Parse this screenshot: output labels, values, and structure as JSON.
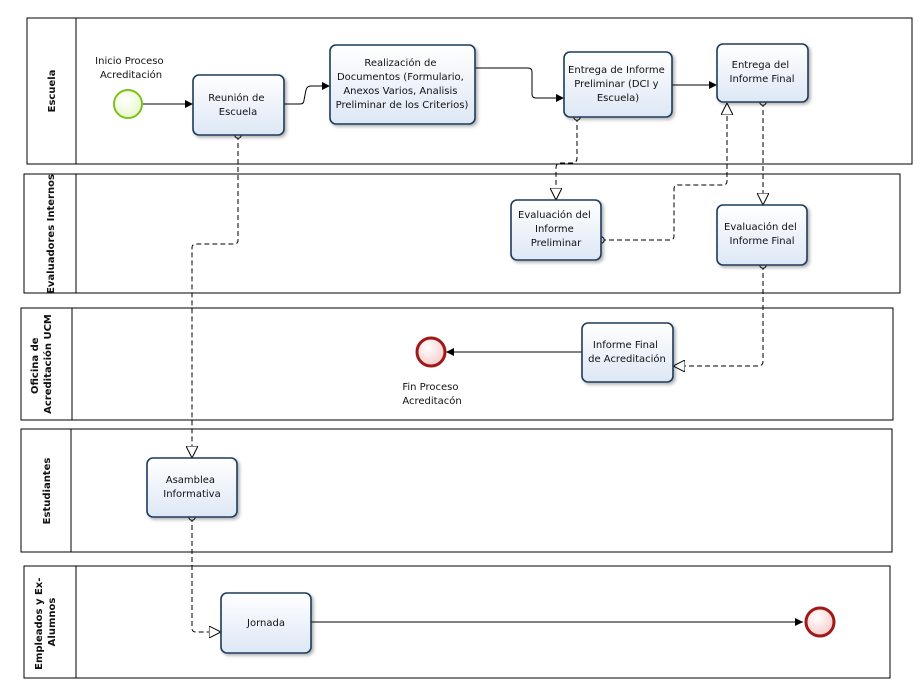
{
  "lanes": [
    {
      "label": [
        "Escuela"
      ]
    },
    {
      "label": [
        "Evaluadores Internos"
      ]
    },
    {
      "label": [
        "Oficina de",
        "Acreditación UCM"
      ]
    },
    {
      "label": [
        "Estudiantes"
      ]
    },
    {
      "label": [
        "Empleados y Ex-",
        "Alumnos"
      ]
    }
  ],
  "tasks": {
    "reunion": [
      "Reunión de",
      "Escuela"
    ],
    "realizacion": [
      "Realización de",
      "Documentos (Formulario,",
      "Anexos Varios, Analisis",
      "Preliminar de los Criterios)"
    ],
    "entrega_prelim": [
      "Entrega de Informe",
      "Preliminar (DCI y",
      "Escuela)"
    ],
    "entrega_final": [
      "Entrega del",
      "Informe Final"
    ],
    "eval_prelim": [
      "Evaluación del",
      "Informe",
      "Preliminar"
    ],
    "eval_final": [
      "Evaluación del",
      "Informe Final"
    ],
    "informe_final": [
      "Informe Final",
      "de Acreditación"
    ],
    "asamblea": [
      "Asamblea",
      "Informativa"
    ],
    "jornada": [
      "Jornada"
    ]
  },
  "events": {
    "start": [
      "Inicio Proceso",
      "Acreditación"
    ],
    "end": [
      "Fin Proceso",
      "Acreditacón"
    ]
  },
  "colors": {
    "task_fill_top": "#ffffff",
    "task_fill_bottom": "#dde7f5",
    "task_stroke": "#1f3b5c",
    "start_fill": "#e9f7c9",
    "start_stroke": "#7cc21d",
    "end_fill": "#f6c9c9",
    "end_stroke": "#a11818"
  }
}
